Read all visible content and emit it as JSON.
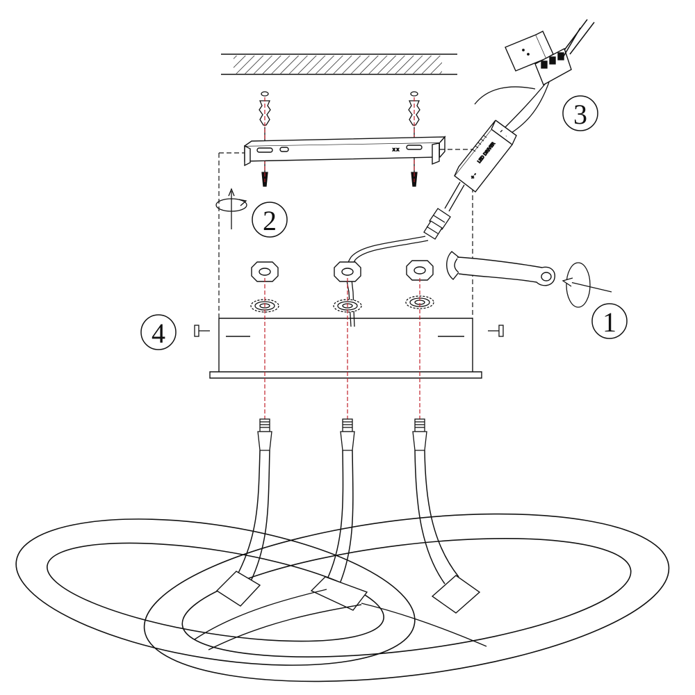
{
  "steps": [
    {
      "number": "1",
      "name": "tighten-nuts"
    },
    {
      "number": "2",
      "name": "screw-bracket"
    },
    {
      "number": "3",
      "name": "connect-driver"
    },
    {
      "number": "4",
      "name": "fix-side-screws"
    }
  ],
  "driver": {
    "text_a": "LED DRIVER",
    "text_b": "+  -"
  },
  "colors": {
    "line": "#111111",
    "guide": "#c0202a",
    "background": "#ffffff"
  }
}
